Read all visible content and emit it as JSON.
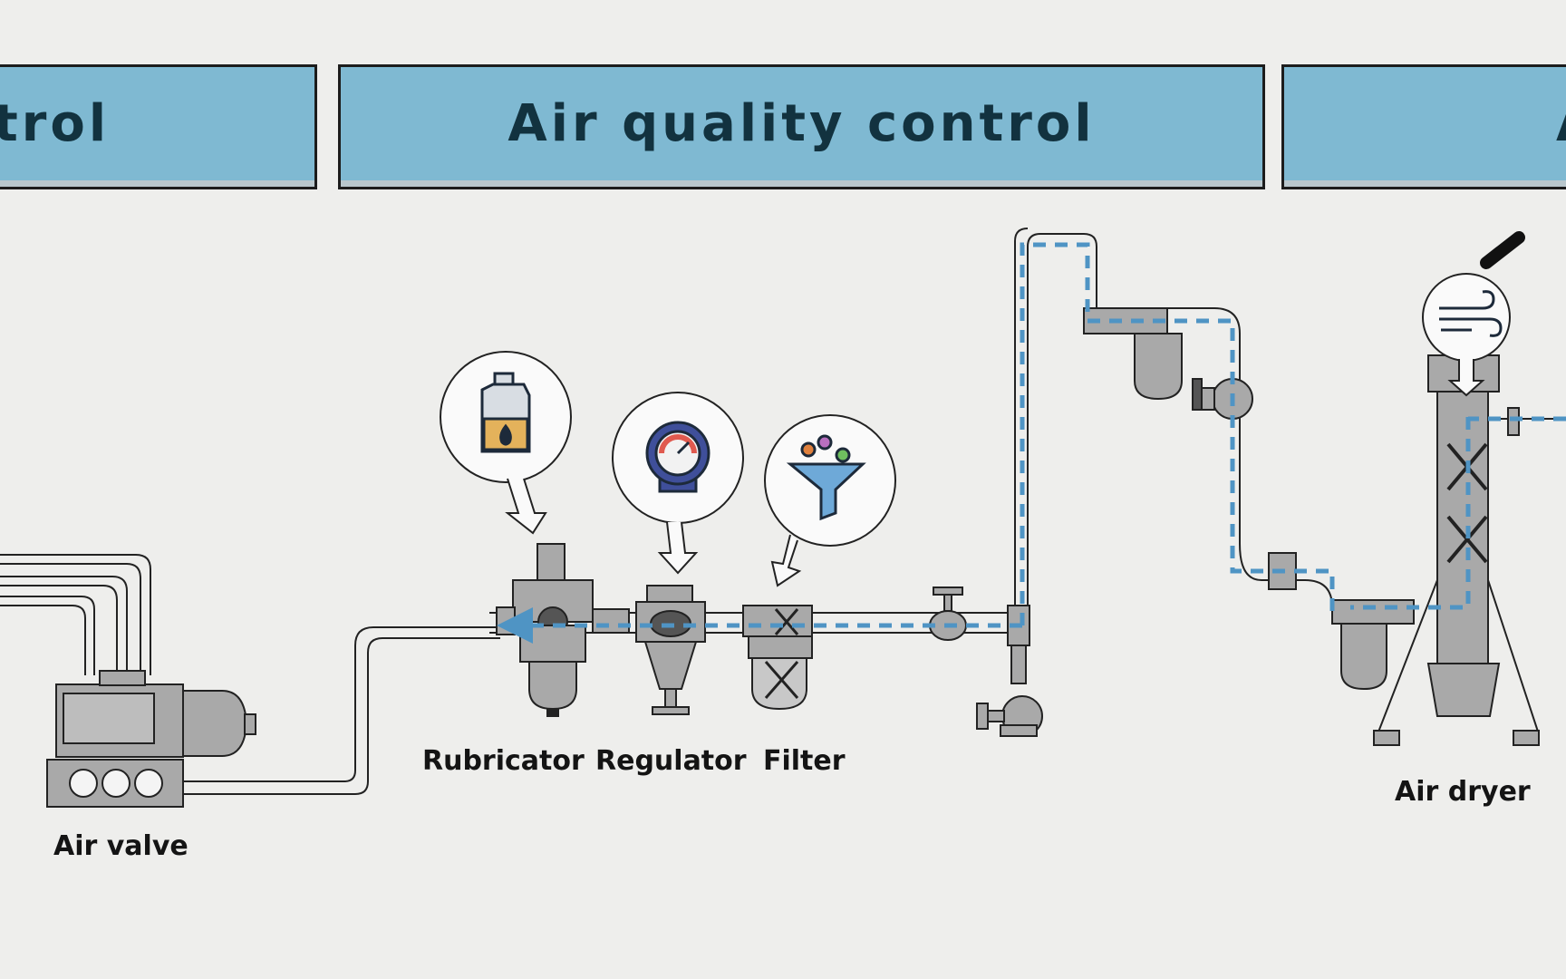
{
  "banners": {
    "left": "trol",
    "center": "Air quality control",
    "right": "A"
  },
  "components": [
    {
      "id": "air-valve",
      "label": "Air valve"
    },
    {
      "id": "rubricator",
      "label": "Rubricator",
      "icon": "oil-bottle-icon"
    },
    {
      "id": "regulator",
      "label": "Regulator",
      "icon": "pressure-gauge-icon"
    },
    {
      "id": "filter",
      "label": "Filter",
      "icon": "funnel-icon"
    },
    {
      "id": "air-dryer",
      "label": "Air dryer",
      "icon": "wind-icon"
    }
  ],
  "colors": {
    "banner": "#7fb9d2",
    "banner_text": "#12323f",
    "flow_arrow": "#4f94c4",
    "equipment": "#a9a9a9",
    "background": "#eeeeec"
  }
}
